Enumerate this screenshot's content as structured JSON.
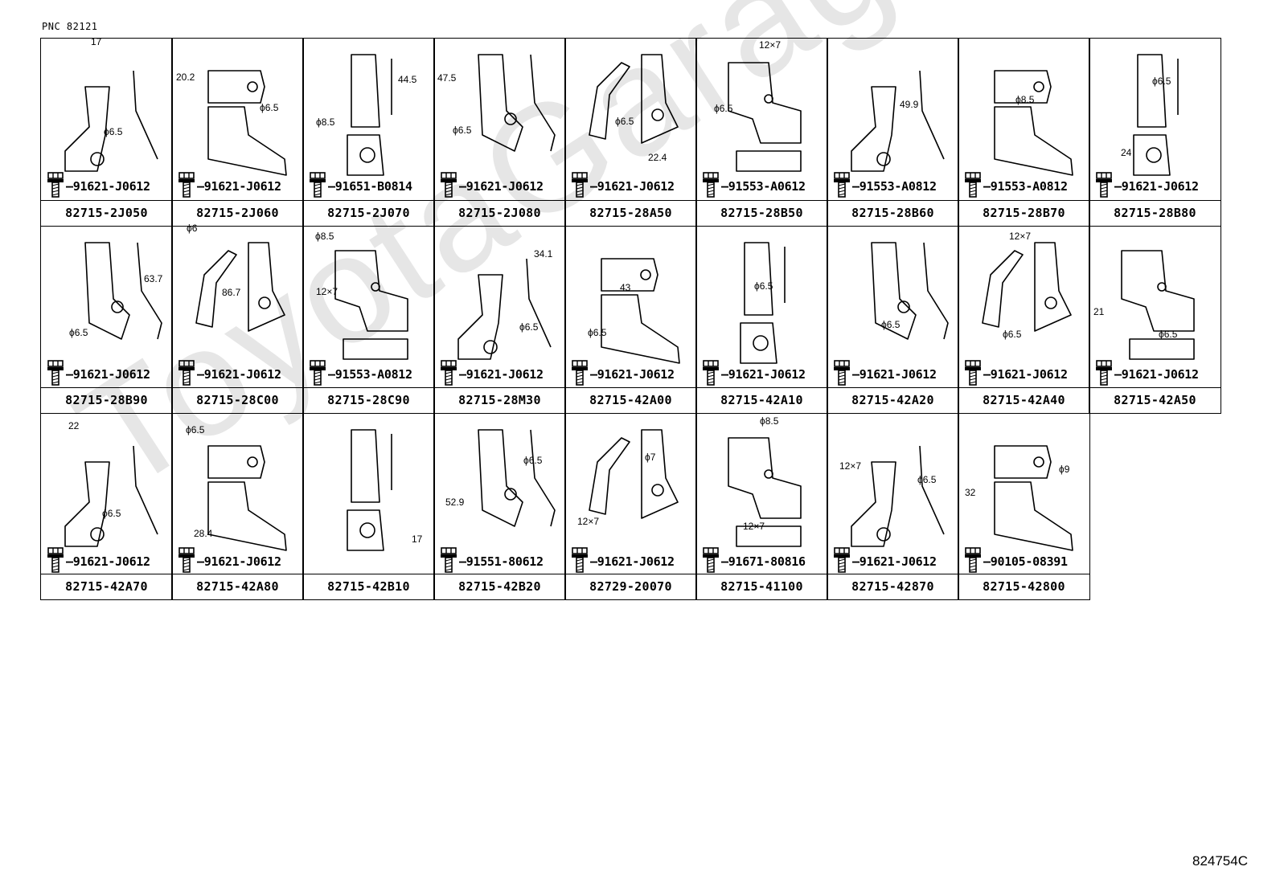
{
  "header": {
    "pnc": "PNC 82121"
  },
  "footer": {
    "code": "824754C"
  },
  "watermark": "ToyotaGarage.ru",
  "cells": [
    {
      "bolt": "91621-J0612",
      "part": "82715-2J050",
      "dims": [
        "17",
        "ϕ6.5"
      ]
    },
    {
      "bolt": "91621-J0612",
      "part": "82715-2J060",
      "dims": [
        "20.2",
        "ϕ6.5"
      ]
    },
    {
      "bolt": "91651-B0814",
      "part": "82715-2J070",
      "dims": [
        "44.5",
        "ϕ8.5"
      ]
    },
    {
      "bolt": "91621-J0612",
      "part": "82715-2J080",
      "dims": [
        "47.5",
        "ϕ6.5"
      ]
    },
    {
      "bolt": "91621-J0612",
      "part": "82715-28A50",
      "dims": [
        "ϕ6.5",
        "22.4"
      ]
    },
    {
      "bolt": "91553-A0612",
      "part": "82715-28B50",
      "dims": [
        "12×7",
        "ϕ6.5"
      ]
    },
    {
      "bolt": "91553-A0812",
      "part": "82715-28B60",
      "dims": [
        "49.9"
      ]
    },
    {
      "bolt": "91553-A0812",
      "part": "82715-28B70",
      "dims": [
        "ϕ8.5"
      ]
    },
    {
      "bolt": "91621-J0612",
      "part": "82715-28B80",
      "dims": [
        "ϕ6.5",
        "24"
      ]
    },
    {
      "bolt": "91621-J0612",
      "part": "82715-28B90",
      "dims": [
        "63.7",
        "ϕ6.5"
      ]
    },
    {
      "bolt": "91621-J0612",
      "part": "82715-28C00",
      "dims": [
        "ϕ6",
        "86.7"
      ]
    },
    {
      "bolt": "91553-A0812",
      "part": "82715-28C90",
      "dims": [
        "ϕ8.5",
        "12×7"
      ]
    },
    {
      "bolt": "91621-J0612",
      "part": "82715-28M30",
      "dims": [
        "34.1",
        "ϕ6.5"
      ]
    },
    {
      "bolt": "91621-J0612",
      "part": "82715-42A00",
      "dims": [
        "43",
        "ϕ6.5"
      ]
    },
    {
      "bolt": "91621-J0612",
      "part": "82715-42A10",
      "dims": [
        "ϕ6.5"
      ]
    },
    {
      "bolt": "91621-J0612",
      "part": "82715-42A20",
      "dims": [
        "ϕ6.5"
      ]
    },
    {
      "bolt": "91621-J0612",
      "part": "82715-42A40",
      "dims": [
        "12×7",
        "ϕ6.5"
      ]
    },
    {
      "bolt": "91621-J0612",
      "part": "82715-42A50",
      "dims": [
        "21",
        "ϕ6.5"
      ]
    },
    {
      "bolt": "91621-J0612",
      "part": "82715-42A70",
      "dims": [
        "22",
        "ϕ6.5"
      ]
    },
    {
      "bolt": "91621-J0612",
      "part": "82715-42A80",
      "dims": [
        "ϕ6.5",
        "28.4"
      ]
    },
    {
      "bolt": "",
      "part": "82715-42B10",
      "dims": [
        "17"
      ]
    },
    {
      "bolt": "91551-80612",
      "part": "82715-42B20",
      "dims": [
        "ϕ6.5",
        "52.9"
      ]
    },
    {
      "bolt": "91621-J0612",
      "part": "82729-20070",
      "dims": [
        "ϕ7",
        "12×7"
      ]
    },
    {
      "bolt": "91671-80816",
      "part": "82715-41100",
      "dims": [
        "ϕ8.5",
        "12×7"
      ]
    },
    {
      "bolt": "91621-J0612",
      "part": "82715-42870",
      "dims": [
        "12×7",
        "ϕ6.5"
      ]
    },
    {
      "bolt": "90105-08391",
      "part": "82715-42800",
      "dims": [
        "32",
        "ϕ9"
      ]
    }
  ]
}
